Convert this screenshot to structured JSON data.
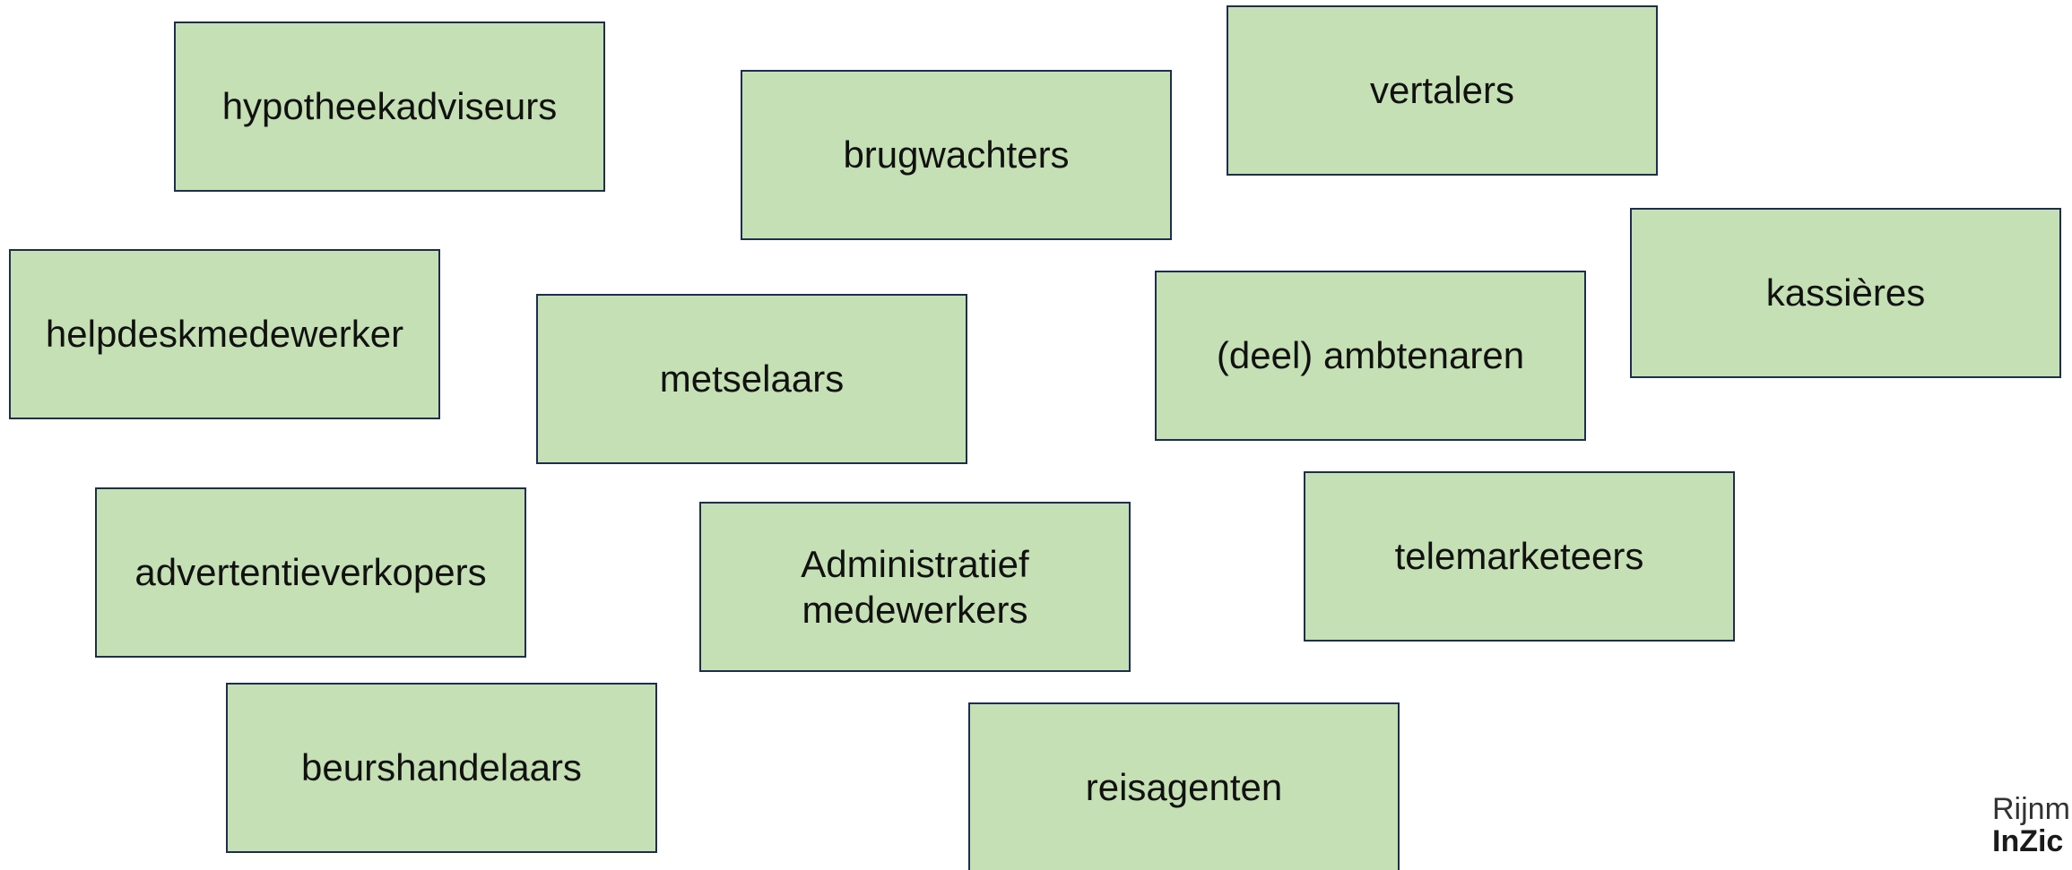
{
  "professions": [
    "hypotheekadviseurs",
    "brugwachters",
    "vertalers",
    "helpdeskmedewerker",
    "metselaars",
    "(deel) ambtenaren",
    "kassières",
    "advertentieverkopers",
    "Administratief\nmedewerkers",
    "telemarketeers",
    "beurshandelaars",
    "reisagenten"
  ],
  "logo": {
    "line1": "Rijnm",
    "line2": "InZic"
  },
  "colors": {
    "card_fill": "#c5e0b4",
    "card_border": "#1f2d4e",
    "background": "#ffffff"
  }
}
